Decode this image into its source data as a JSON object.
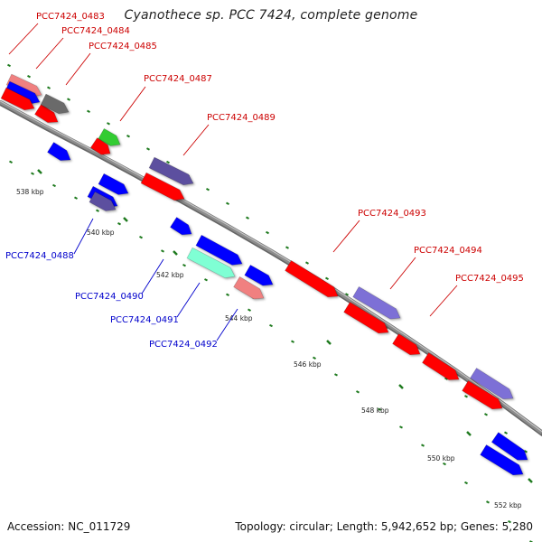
{
  "title": "Cyanothece sp. PCC 7424, complete genome",
  "footer": {
    "accession": "Accession: NC_011729",
    "summary": "Topology: circular; Length: 5,942,652 bp; Genes: 5,280"
  },
  "colors": {
    "backbone": "#8c8c8c",
    "tick": "#1e7a1e",
    "forward_label": "#cc0000",
    "reverse_label": "#0000cc"
  },
  "ruler_labels": [
    "538 kbp",
    "540 kbp",
    "542 kbp",
    "544 kbp",
    "546 kbp",
    "548 kbp",
    "550 kbp",
    "552 kbp"
  ],
  "gene_labels_forward": [
    "PCC7424_0483",
    "PCC7424_0484",
    "PCC7424_0485",
    "PCC7424_0487",
    "PCC7424_0489",
    "PCC7424_0493",
    "PCC7424_0494",
    "PCC7424_0495"
  ],
  "gene_labels_reverse": [
    "PCC7424_0488",
    "PCC7424_0490",
    "PCC7424_0491",
    "PCC7424_0492"
  ],
  "gene_colors": [
    "#ff0000",
    "#0000ff",
    "#f08080",
    "#6a6a6a",
    "#33cc33",
    "#5c4f9f",
    "#7d6fd6",
    "#7fffd4"
  ]
}
